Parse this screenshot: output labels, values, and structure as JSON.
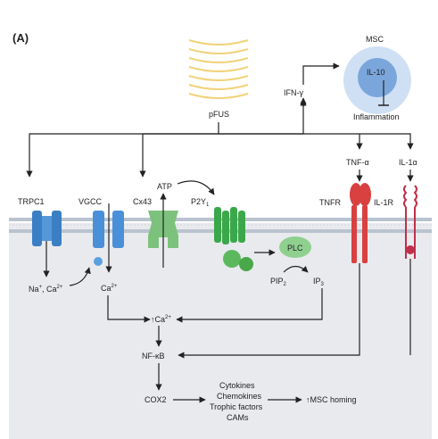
{
  "panel_label": "(A)",
  "stimulus": "pFUS",
  "cell": {
    "name": "MSC",
    "cytokine": "IL-10",
    "effect": "Inflammation"
  },
  "ifn": "IFN-γ",
  "receptors": {
    "trpc1": "TRPC1",
    "vgcc": "VGCC",
    "cx43": "Cx43",
    "p2y": "P2Y",
    "p2y_sub": "1",
    "tnfr": "TNFR",
    "il1r": "IL-1R"
  },
  "ligands": {
    "atp": "ATP",
    "tnf": "TNF-α",
    "il1": "IL-1α"
  },
  "plc": "PLC",
  "pip2": "PIP",
  "pip2_sub": "2",
  "ip3": "IP",
  "ip3_sub": "3",
  "ions": {
    "na_ca": "Na",
    "na_ca_sup": "+",
    "na_ca_mid": ", Ca",
    "na_ca_sup2": "2+",
    "ca": "Ca",
    "ca_sup": "2+",
    "ca_up": "↑Ca",
    "ca_up_sup": "2+"
  },
  "nfkb": "NF-κB",
  "cox2": "COX2",
  "outputs": [
    "Cytokines",
    "Chemokines",
    "Trophic factors",
    "CAMs"
  ],
  "homing": "↑MSC homing",
  "colors": {
    "trpc1": "#3a7fc4",
    "vgcc": "#4a90d9",
    "cx43": "#7cc27c",
    "p2y": "#3aa84a",
    "plc": "#8fd08f",
    "tnfr": "#d94040",
    "il1r": "#c0304a",
    "msc_outer": "#cfe0f4",
    "msc_inner": "#7aa6dc",
    "membrane": "#b9c3cf",
    "cytoplasm": "#e8e9ee",
    "waves": "#f2d27a"
  }
}
